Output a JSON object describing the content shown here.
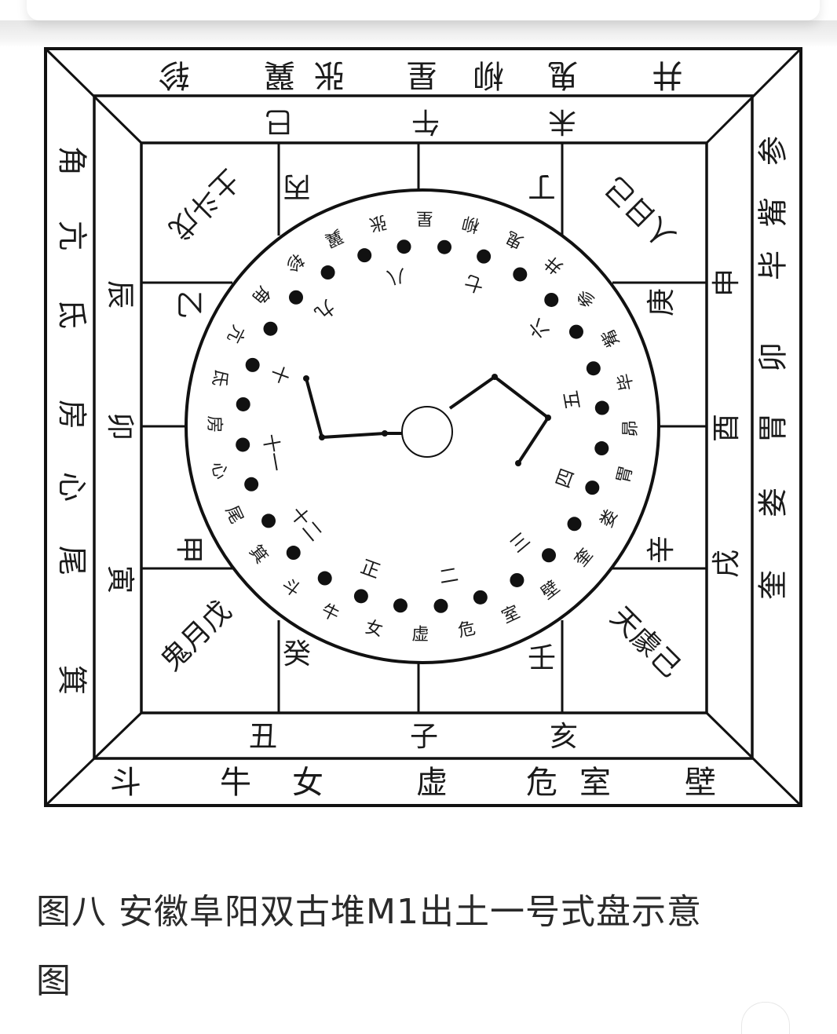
{
  "caption": {
    "line1": "图八 安徽阜阳双古堆M1出土一号式盘示意",
    "line2": "图"
  },
  "outer_ring": {
    "top": [
      "翼",
      "张",
      "星",
      "柳",
      "鬼",
      "井"
    ],
    "top_extra": "轸",
    "left": [
      "角",
      "亢",
      "氐",
      "房",
      "心",
      "尾",
      "箕"
    ],
    "right": [
      "参",
      "觜",
      "毕",
      "卯",
      "胃",
      "娄",
      "奎"
    ],
    "bottom": [
      "斗",
      "牛",
      "女",
      "虚",
      "危",
      "室",
      "壁"
    ]
  },
  "branch_ring": {
    "top": [
      "巳",
      "午",
      "未"
    ],
    "left": [
      "辰",
      "卯",
      "寅"
    ],
    "right": [
      "申",
      "酉",
      "戌"
    ],
    "bottom": [
      "丑",
      "子",
      "亥"
    ]
  },
  "stem_cells": {
    "top_left_inner": "丙",
    "top_right_inner": "丁",
    "left_upper": "乙",
    "left_lower": "甲",
    "right_upper": "庚",
    "right_lower": "辛",
    "bottom_left": "癸",
    "bottom_right": "壬"
  },
  "corners": {
    "top_left": "土斗戊",
    "top_right": "人日己",
    "bottom_left": "鬼月戊",
    "bottom_right": "天豦己"
  },
  "inner_disc": {
    "mansions": [
      "轸",
      "翼",
      "张",
      "星",
      "柳",
      "鬼",
      "井",
      "参",
      "觜",
      "毕",
      "昴",
      "胃",
      "娄",
      "奎",
      "壁",
      "室",
      "危",
      "虚",
      "女",
      "牛",
      "斗",
      "箕",
      "尾",
      "心",
      "房",
      "氐",
      "亢",
      "角"
    ],
    "months": [
      "七",
      "六",
      "五",
      "四",
      "三",
      "二",
      "正",
      "十二",
      "十一",
      "十",
      "九",
      "八"
    ]
  },
  "colors": {
    "line": "#111111",
    "text": "#1a1a1a",
    "caption": "#2a2a2a"
  }
}
